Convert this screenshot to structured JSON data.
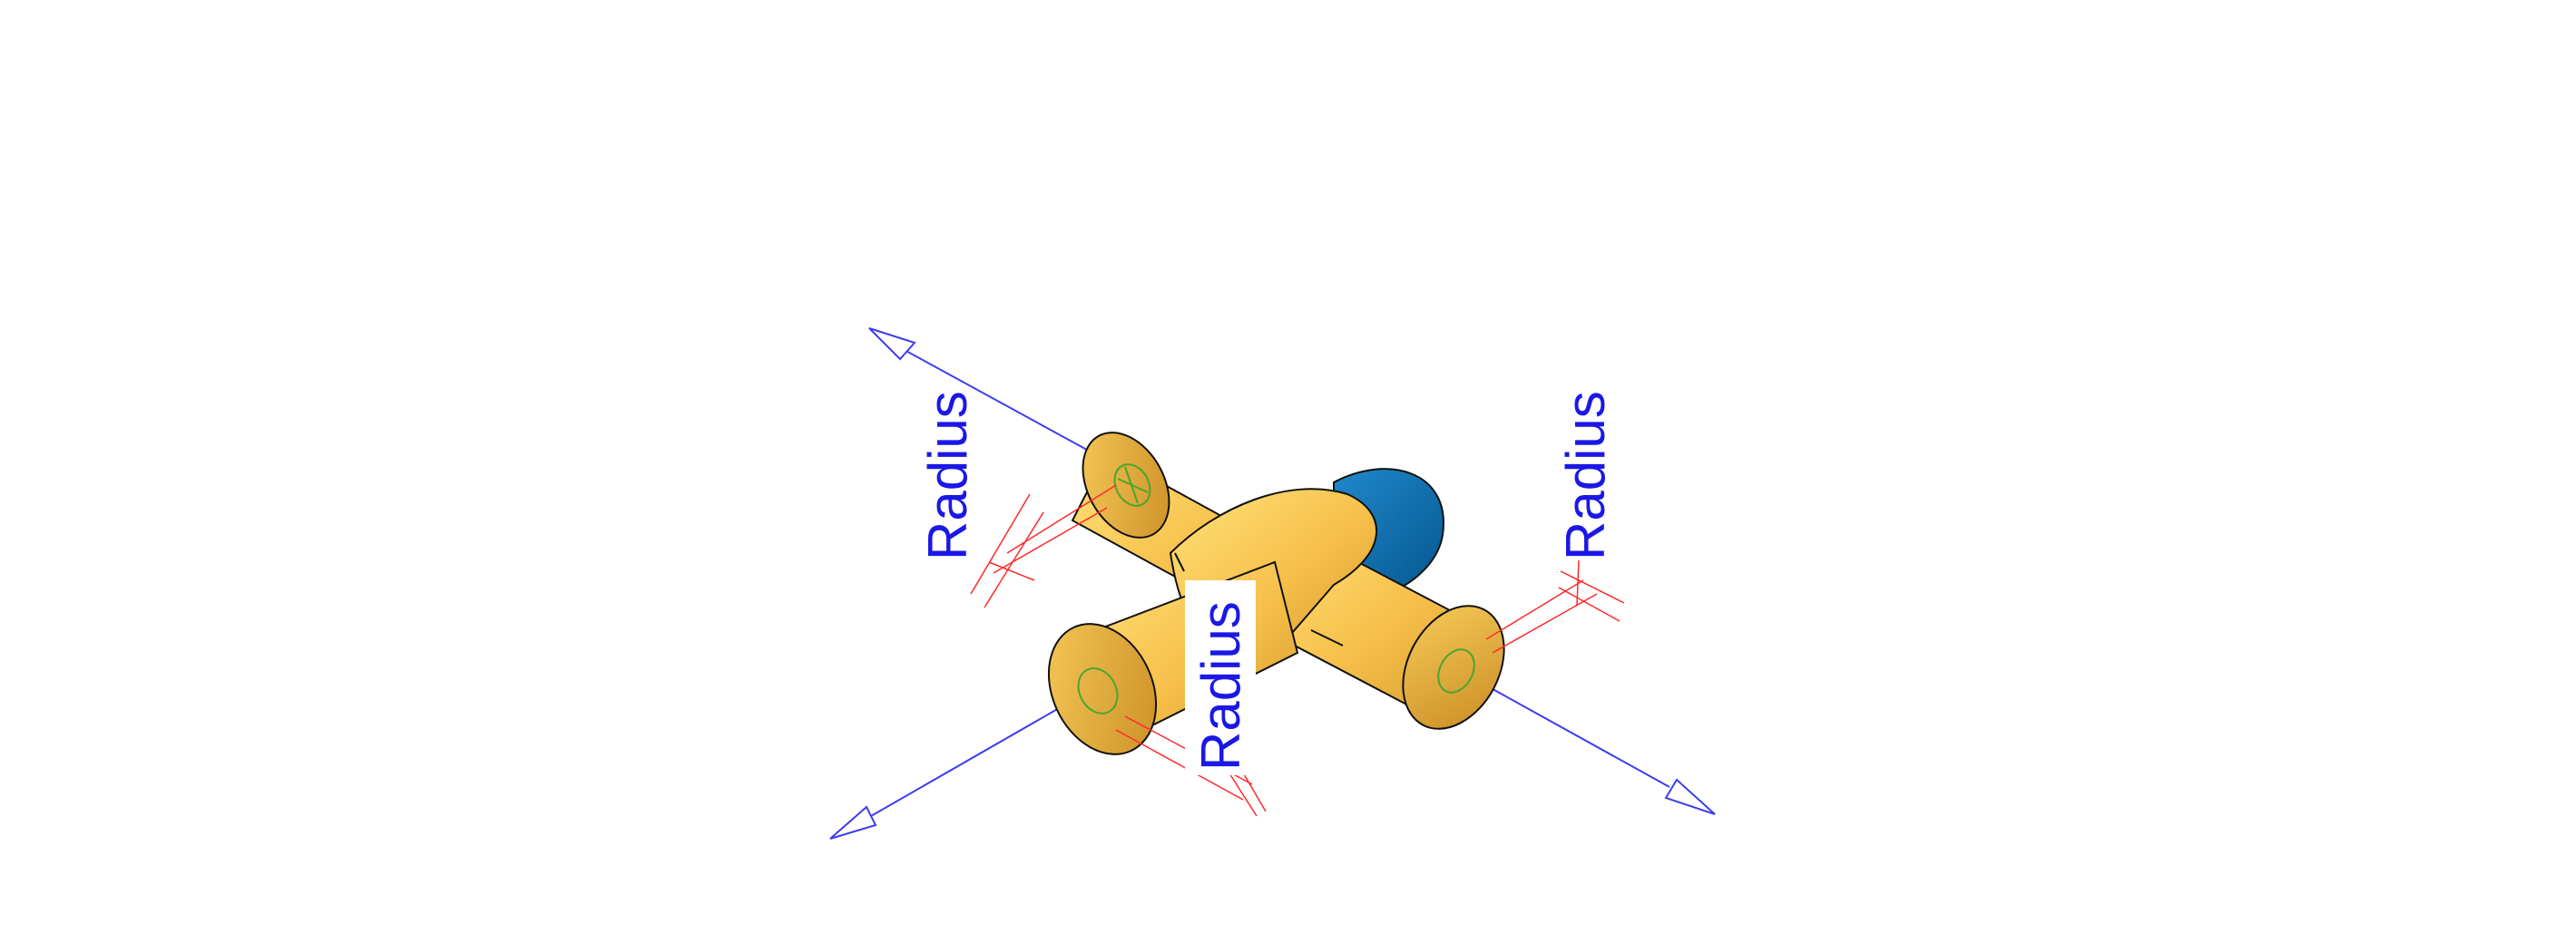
{
  "annotations": [
    {
      "id": "radius-left",
      "label": "Radius"
    },
    {
      "id": "radius-center",
      "label": "Radius"
    },
    {
      "id": "radius-right",
      "label": "Radius"
    }
  ],
  "colors": {
    "background": "#ffffff",
    "part_body": "#f6bf4a",
    "part_highlight": "#ffe27a",
    "part_shadow": "#d6962a",
    "selected_face": "#0b73b7",
    "outline": "#111111",
    "arrow_blue": "#3d3df0",
    "text_blue": "#1b18e6",
    "dimension_red": "#ff2a2a",
    "axis_green": "#4aa62e"
  }
}
